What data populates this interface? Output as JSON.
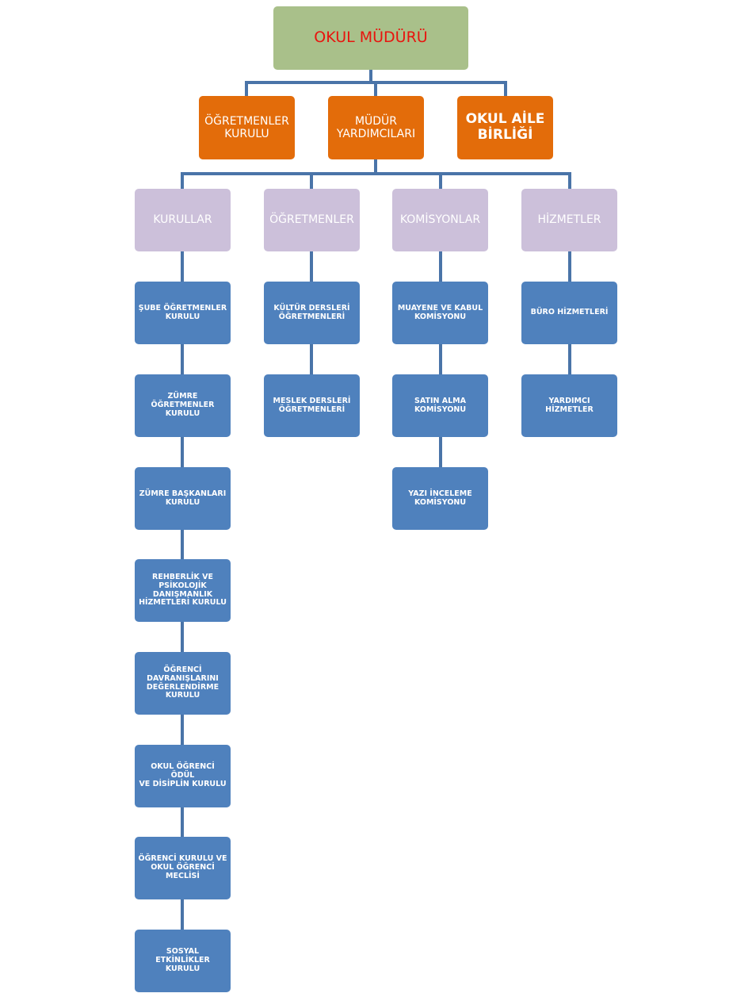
{
  "root": "OKUL MÜDÜRÜ",
  "level2": [
    "ÖĞRETMENLER\nKURULU",
    "MÜDÜR\nYARDIMCILARI",
    "OKUL AİLE\nBİRLİĞİ"
  ],
  "columns": [
    {
      "header": "KURULLAR",
      "items": [
        "ŞUBE ÖĞRETMENLER\nKURULU",
        "ZÜMRE\nÖĞRETMENLER\nKURULU",
        "ZÜMRE BAŞKANLARI\nKURULU",
        "REHBERLİK VE\nPSİKOLOJİK\nDANIŞMANLIK\nHİZMETLERİ KURULU",
        "ÖĞRENCİ\nDAVRANIŞLARINI\nDEĞERLENDİRME\nKURULU",
        "OKUL ÖĞRENCİ ÖDÜL\nVE DİSİPLİN KURULU",
        "ÖĞRENCİ KURULU VE\nOKUL ÖĞRENCİ\nMECLİSİ",
        "SOSYAL ETKİNLİKLER\nKURULU"
      ]
    },
    {
      "header": "ÖĞRETMENLER",
      "items": [
        "KÜLTÜR DERSLERİ\nÖĞRETMENLERİ",
        "MESLEK DERSLERİ\nÖĞRETMENLERİ"
      ]
    },
    {
      "header": "KOMİSYONLAR",
      "items": [
        "MUAYENE VE KABUL\nKOMİSYONU",
        "SATIN ALMA\nKOMİSYONU",
        "YAZI İNCELEME\nKOMİSYONU"
      ]
    },
    {
      "header": "HİZMETLER",
      "items": [
        "BÜRO HİZMETLERİ",
        "YARDIMCI HİZMETLER"
      ]
    }
  ],
  "colors": {
    "root_fill": "#a9c08a",
    "root_text": "#e8140e",
    "level2_fill": "#e36c0a",
    "header_fill": "#ccc0da",
    "item_fill": "#4f81bd",
    "connector": "#4a74a8"
  }
}
